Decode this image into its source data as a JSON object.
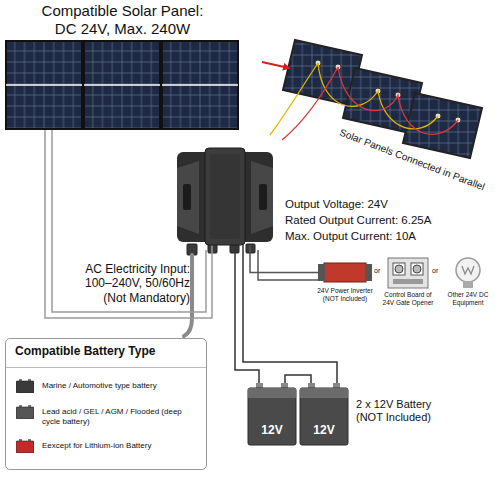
{
  "diagram": {
    "nodes": [
      {
        "text": [
          "Compatible Solar Panel: DC 24V, Max. 240W"
        ]
      },
      {
        "text": [
          "Output Voltage: 24V",
          "Rated Output Current: 6.25A",
          "Max. Output Current: 10A"
        ]
      },
      {
        "text": [
          "24V Power Inverter (NOT Included)"
        ]
      },
      {
        "text": [
          "Control Board of 24V Gate Opener"
        ]
      },
      {
        "text": [
          "Other 24V DC Equipment"
        ]
      },
      {
        "text": [
          "12V"
        ]
      },
      {
        "text": [
          "12V"
        ]
      }
    ],
    "edges": [
      {
        "from": 0,
        "to": 1,
        "arrow": "none"
      },
      {
        "from": 1,
        "to": 2,
        "arrow": "none"
      },
      {
        "from": 1,
        "to": 5,
        "arrow": "none"
      },
      {
        "from": 1,
        "to": 6,
        "arrow": "none"
      },
      {
        "from": 5,
        "to": 6,
        "arrow": "none"
      }
    ],
    "labels": [
      "AC Electricity Input: 100–240V, 50/60Hz (Not Mandatory)",
      "Solar Panels Connected in Parallel",
      "or",
      "or",
      "2 x 12V Battery (NOT Included)",
      "Compatible Battery Type"
    ],
    "legend": [
      {
        "text": "Marine / Automotive type battery"
      },
      {
        "text": "Lead acid / GEL / AGM / Flooded (deep cycle battery)"
      },
      {
        "text": "Eexcept for Lithium-ion Battery"
      }
    ]
  }
}
